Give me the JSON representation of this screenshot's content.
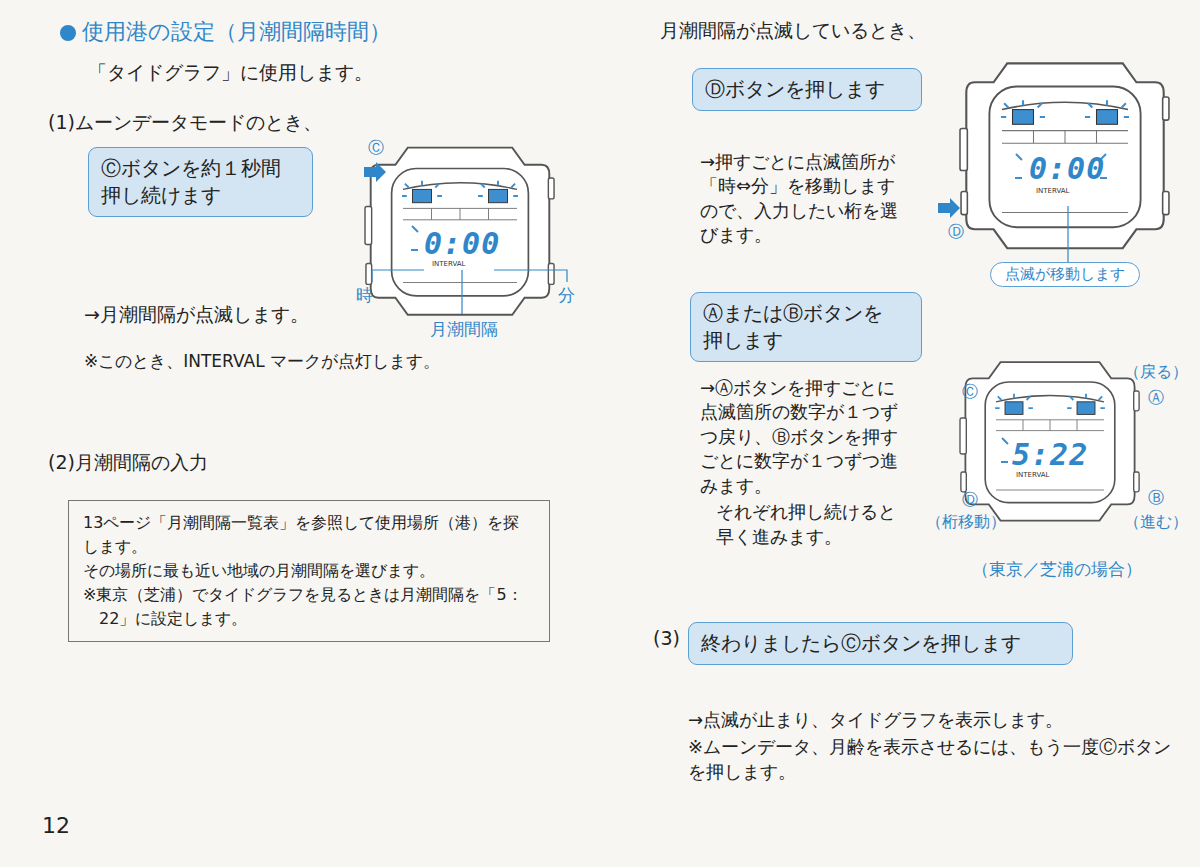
{
  "diagram": {
    "title": "使用港の設定（月潮間隔時間）",
    "nodes": [
      {
        "text": [
          "Ⓒボタンを約１秒間 押し続けます"
        ]
      },
      {
        "text": [
          "13ページ「月潮間隔一覧表」を参照して使用場所（港）を探します。",
          "その場所に最も近い地域の月潮間隔を選びます。",
          "※東京（芝浦）でタイドグラフを見るときは月潮間隔を「5：22」に設定します。"
        ]
      },
      {
        "text": [
          "Ⓓボタンを押します"
        ]
      },
      {
        "text": [
          "点滅が移動します"
        ]
      },
      {
        "text": [
          "ⒶまたはⒷボタンを 押します"
        ]
      },
      {
        "text": [
          "終わりましたらⒸボタンを押します"
        ]
      }
    ],
    "labels": [
      "「タイドグラフ」に使用します。",
      "(1)ムーンデータモードのとき、",
      "Ⓒ",
      "0:00",
      "INTERVAL",
      "時",
      "分",
      "月潮間隔",
      "→月潮間隔が点滅します。",
      "※このとき、INTERVAL マークが点灯します。",
      "(2)月潮間隔の入力",
      "月潮間隔が点滅しているとき、",
      "→押すごとに点滅箇所が「時⇔分」を移動しますので、入力したい桁を選びます。",
      "0:00",
      "INTERVAL",
      "Ⓓ",
      "→Ⓐボタンを押すごとに点滅箇所の数字が１つずつ戻り、Ⓑボタンを押すごとに数字が１つずつ進みます。",
      "それぞれ押し続けると早く進みます。",
      "（戻る）",
      "Ⓒ",
      "Ⓐ",
      "5:22",
      "INTERVAL",
      "Ⓓ",
      "Ⓑ",
      "（桁移動）",
      "（進む）",
      "（東京／芝浦の場合）",
      "(3)",
      "→点滅が止まり、タイドグラフを表示します。",
      "※ムーンデータ、月齢を表示させるには、もう一度Ⓒボタンを押します。",
      "12"
    ]
  }
}
